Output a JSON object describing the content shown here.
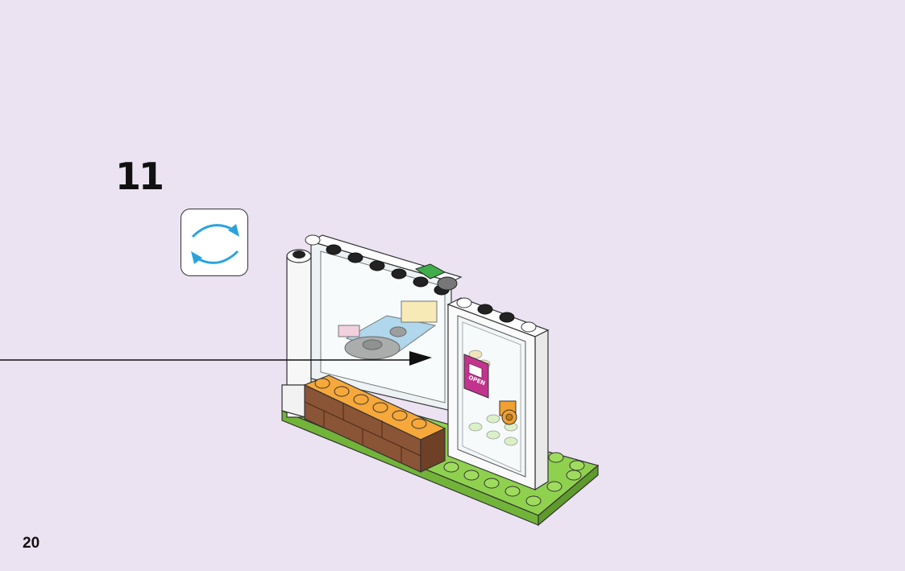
{
  "page": {
    "background": "#ebe3f1",
    "number": "20"
  },
  "step": {
    "number": "11"
  },
  "rotate_indicator": {
    "icon": "rotate-arrows-icon",
    "color": "#29a3dc"
  },
  "model": {
    "sign_text": "OPEN",
    "colors": {
      "base_plate": "#8fd14f",
      "bricks_orange": "#f6a83a",
      "bricks_brown": "#8a5436",
      "frame_white": "#ffffff",
      "studs_black": "#222222",
      "sign_pink": "#c2338e",
      "knob_orange": "#f0a030"
    }
  }
}
